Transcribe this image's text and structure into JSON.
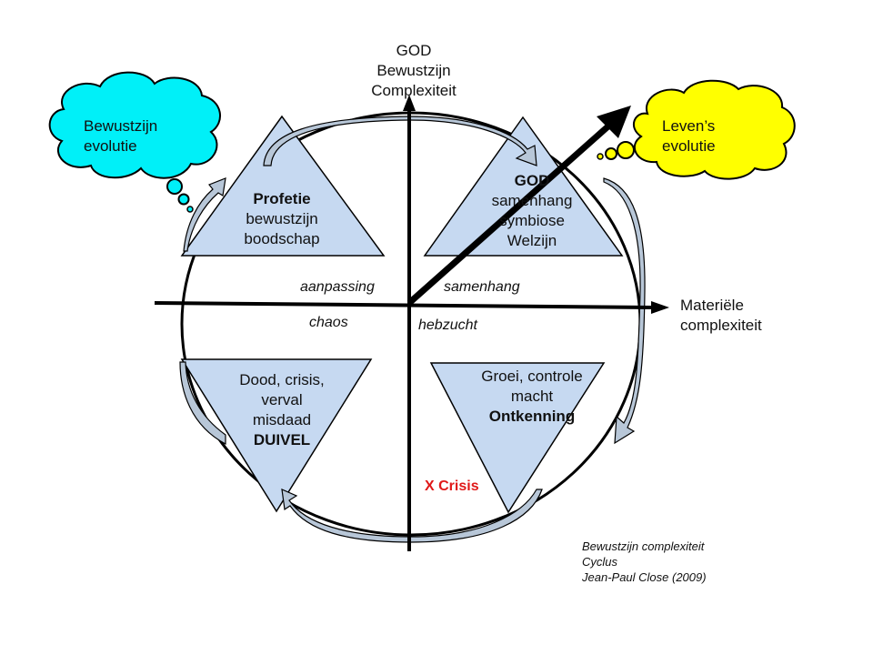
{
  "axes": {
    "vertical_label": [
      "GOD",
      "Bewustzijn",
      "Complexiteit"
    ],
    "horizontal_label": [
      "Materiële",
      "complexiteit"
    ]
  },
  "clouds": {
    "left": {
      "lines": [
        "Bewustzijn",
        "evolutie"
      ],
      "color": "#00f0f8"
    },
    "right": {
      "lines": [
        "Leven’s",
        "evolutie"
      ],
      "color": "#ffff00"
    }
  },
  "triangles": {
    "top_left": {
      "bold": "Profetie",
      "lines": [
        "bewustzijn",
        "boodschap"
      ]
    },
    "top_right": {
      "bold": "GOD",
      "lines": [
        "samenhang",
        "symbiose",
        "Welzijn"
      ]
    },
    "bottom_left": {
      "lines": [
        "Dood, crisis,",
        "verval",
        "misdaad"
      ],
      "bold": "DUIVEL"
    },
    "bottom_right": {
      "lines": [
        "Groei, controle",
        "macht"
      ],
      "bold": "Ontkenning"
    },
    "fill_color": "#c6d9f1"
  },
  "quadrant_labels": {
    "top_left": "aanpassing",
    "top_right": "samenhang",
    "bottom_left": "chaos",
    "bottom_right": "hebzucht"
  },
  "crisis_label": "X Crisis",
  "crisis_color": "#e01818",
  "credit": [
    "Bewustzijn complexiteit",
    "Cyclus",
    "Jean-Paul Close (2009)"
  ]
}
